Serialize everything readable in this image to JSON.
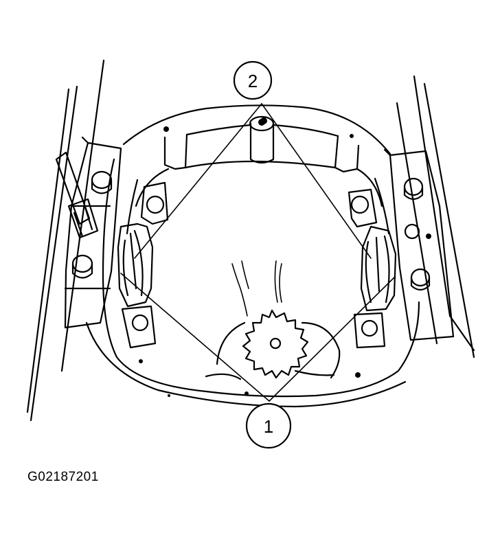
{
  "figure": {
    "callouts": [
      {
        "number": "1",
        "label_text": "1"
      },
      {
        "number": "2",
        "label_text": "2"
      }
    ],
    "figure_id": "G02187201"
  },
  "colors": {
    "ink": "#000000",
    "paper": "#ffffff"
  }
}
